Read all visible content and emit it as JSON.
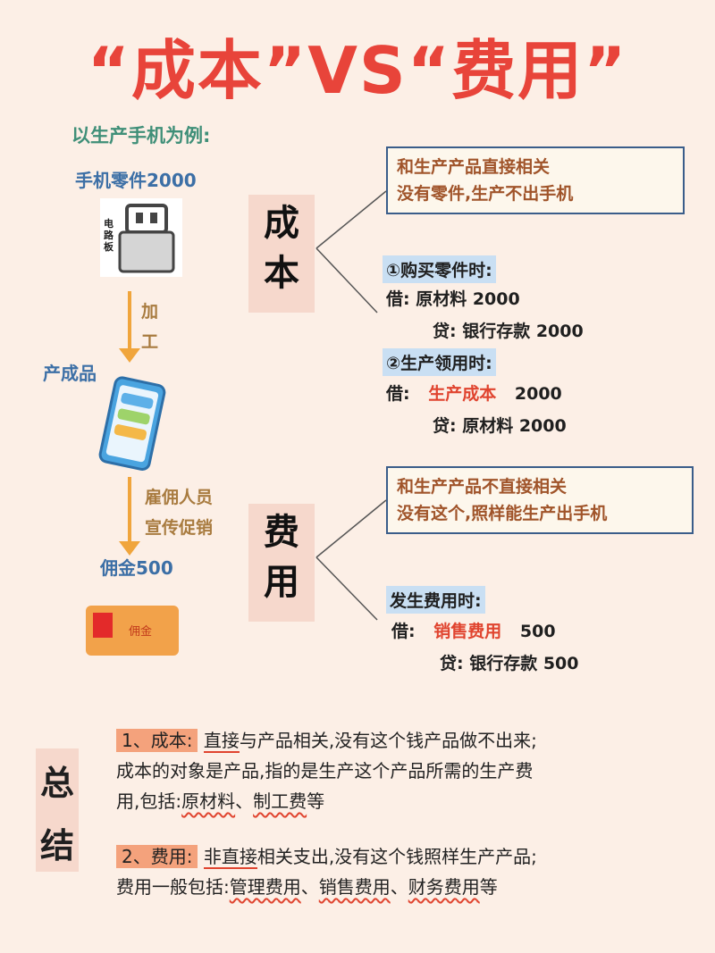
{
  "title": "“成本”VS“费用”",
  "example_heading": "以生产手机为例:",
  "left": {
    "parts_label": "手机零件2000",
    "board_text": "电路板",
    "process_label": "加工",
    "process_label_2": "工",
    "product_label": "产成品",
    "hire_label_1": "雇佣人员",
    "hire_label_2": "宣传促销",
    "commission_label": "佣金500",
    "envelope_text": "佣金"
  },
  "cost": {
    "label_1": "成",
    "label_2": "本",
    "box_line_1": "和生产产品直接相关",
    "box_line_2": "没有零件,生产不出手机",
    "step1_title": "①购买零件时:",
    "step1_debit": "借: 原材料 2000",
    "step1_credit": "贷: 银行存款 2000",
    "step2_title": "②生产领用时:",
    "step2_debit_prefix": "借:",
    "step2_debit_account": "生产成本",
    "step2_debit_amount": "2000",
    "step2_credit": "贷: 原材料 2000"
  },
  "expense": {
    "label_1": "费",
    "label_2": "用",
    "box_line_1": "和生产产品不直接相关",
    "box_line_2": "没有这个,照样能生产出手机",
    "step_title": "发生费用时:",
    "debit_prefix": "借:",
    "debit_account": "销售费用",
    "debit_amount": "500",
    "credit": "贷: 银行存款 500"
  },
  "summary": {
    "label_1": "总",
    "label_2": "结",
    "item1_tag": "1、成本:",
    "item1_hl": "直接",
    "item1_rest": "与产品相关,没有这个钱产品做不出来;",
    "item1_line2": "成本的对象是产品,指的是生产这个产品所需的生产费",
    "item1_line3_a": "用,包括:",
    "item1_line3_b": "原材料",
    "item1_line3_c": "、",
    "item1_line3_d": "制工费",
    "item1_line3_e": "等",
    "item2_tag": "2、费用:",
    "item2_hl": "非直接",
    "item2_rest": "相关支出,没有这个钱照样生产产品;",
    "item2_line2_a": "费用一般包括:",
    "item2_line2_b": "管理费用",
    "item2_line2_c": "、",
    "item2_line2_d": "销售费用",
    "item2_line2_e": "、",
    "item2_line2_f": "财务费用",
    "item2_line2_g": "等"
  }
}
